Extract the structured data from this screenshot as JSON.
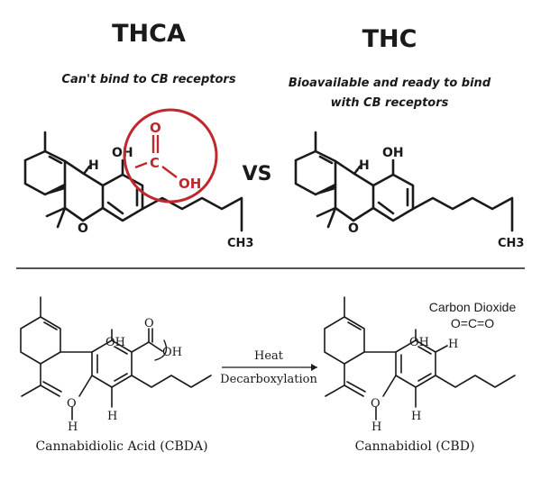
{
  "top": {
    "left_title": "THCA",
    "left_subtitle": "Can't bind to CB receptors",
    "right_title": "THC",
    "right_subtitle_line1": "Bioavailable and ready to bind",
    "right_subtitle_line2": "with CB receptors",
    "versus": "VS",
    "thca_labels": {
      "oh": "OH",
      "h": "H",
      "o": "O",
      "ch3": "CH3"
    },
    "thc_labels": {
      "oh": "OH",
      "h": "H",
      "o": "O",
      "ch3": "CH3"
    },
    "carboxyl_group": {
      "o": "O",
      "c": "C",
      "oh": "OH"
    },
    "colors": {
      "ink": "#1a1a1a",
      "carboxyl": "#c0282d"
    }
  },
  "bottom": {
    "cbda_name": "Cannabidiolic Acid (CBDA)",
    "cbd_name": "Cannabidiol (CBD)",
    "arrow_top_label": "Heat",
    "arrow_bottom_label": "Decarboxylation",
    "byproduct_name": "Carbon Dioxide",
    "byproduct_formula": "O=C=O",
    "cbda_labels": {
      "oh_top": "OH",
      "o_carb": "O",
      "oh_carb": "OH",
      "o_left": "O",
      "h_left": "H",
      "h_bottom": "H"
    },
    "cbd_labels": {
      "oh_top": "OH",
      "h_right": "H",
      "o_left": "O",
      "h_left": "H",
      "h_bottom": "H"
    }
  }
}
